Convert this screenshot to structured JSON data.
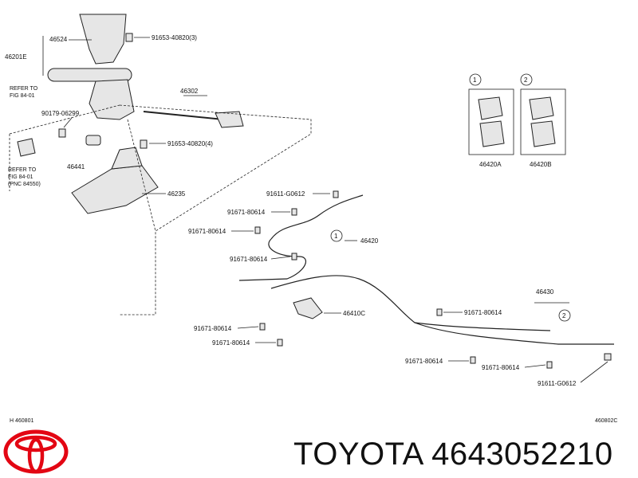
{
  "labels": {
    "p46524": "46524",
    "p46201E": "46201E",
    "p91653a": "91653-40820(3)",
    "refer1a": "REFER TO",
    "refer1b": "FIG 84-01",
    "p46302": "46302",
    "p90179": "90179-06299",
    "p91653b": "91653-40820(4)",
    "refer2a": "REFER TO",
    "refer2b": "FIG 84-01",
    "refer2c": "(PNC 84550)",
    "p46441": "46441",
    "p46235": "46235",
    "p91611a": "91611-G0612",
    "p91671a": "91671-80614",
    "p91671b": "91671-80614",
    "p46420": "46420",
    "p91671c": "91671-80614",
    "p46410C": "46410C",
    "p91671d": "91671-80614",
    "p91671e": "91671-80614",
    "p91671f": "91671-80614",
    "p46430": "46430",
    "p91671g": "91671-80614",
    "p91671h": "91671-80614",
    "p91611b": "91611-G0612",
    "p46420A": "46420A",
    "p46420B": "46420B",
    "circle1": "1",
    "circle2": "2",
    "circle1b": "1",
    "circle2b": "2",
    "footLeft": "H  460801",
    "footRight": "460802C"
  },
  "brand": {
    "text": "TOYOTA 4643052210",
    "logo_color": "#e30613"
  }
}
